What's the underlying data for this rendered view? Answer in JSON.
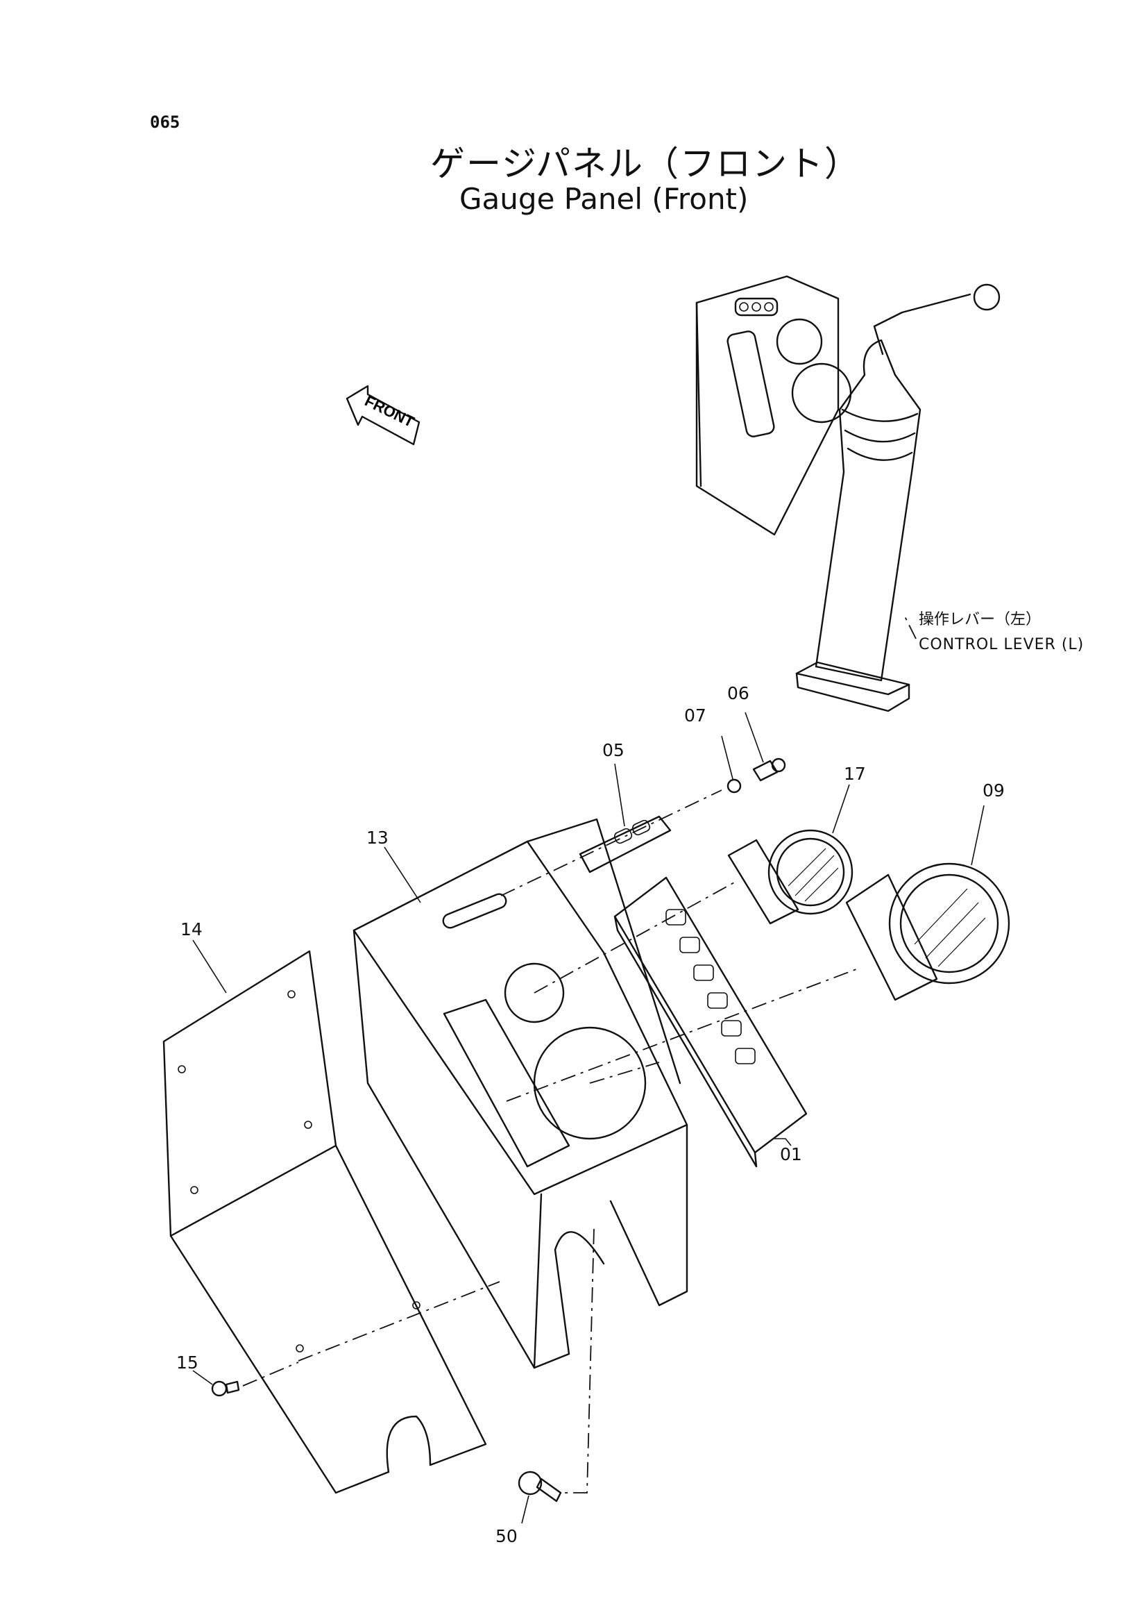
{
  "page_number": "065",
  "title_jp": "ゲージパネル（フロント）",
  "title_en": "Gauge Panel (Front)",
  "front_arrow_label": "FRONT",
  "control_lever": {
    "label_jp": "操作レバー（左）",
    "label_en": "CONTROL LEVER (L)"
  },
  "parts": {
    "p01": "01",
    "p05": "05",
    "p06": "06",
    "p07": "07",
    "p09": "09",
    "p13": "13",
    "p14": "14",
    "p15": "15",
    "p17": "17",
    "p50": "50"
  }
}
